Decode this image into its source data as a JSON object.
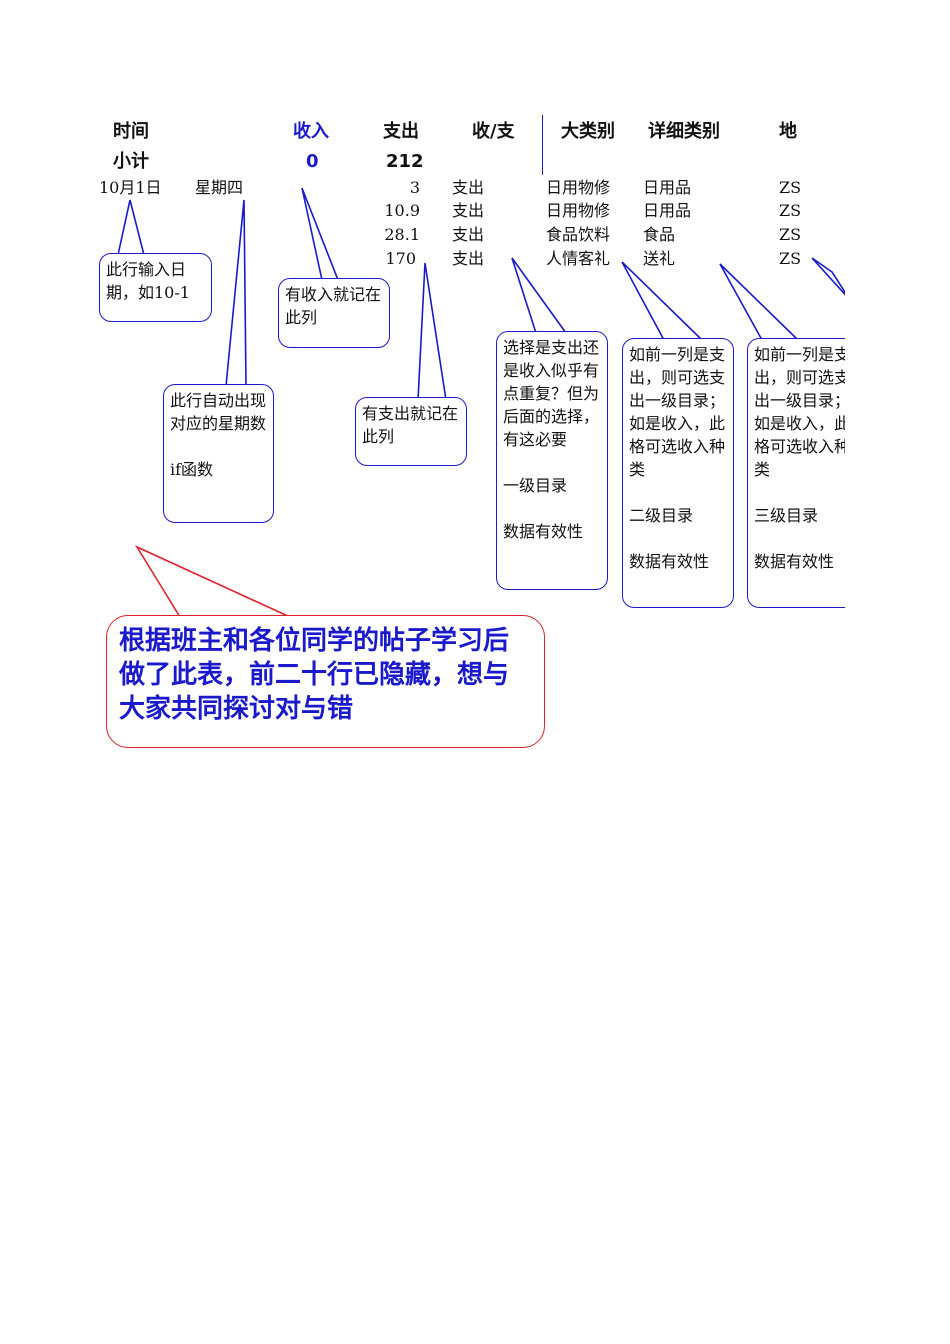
{
  "header": {
    "time": "时间",
    "income": "收入",
    "expense": "支出",
    "in_out": "收/支",
    "category": "大类别",
    "subcategory": "详细类别",
    "place": "地"
  },
  "subtotal": {
    "label": "小计",
    "income": "0",
    "expense": "212"
  },
  "rows": [
    {
      "date": "10月1日",
      "weekday": "星期四",
      "expense": "3",
      "in_out": "支出",
      "category": "日用物修",
      "subcategory": "日用品",
      "place": "ZS"
    },
    {
      "date": "",
      "weekday": "",
      "expense": "10.9",
      "in_out": "支出",
      "category": "日用物修",
      "subcategory": "日用品",
      "place": "ZS"
    },
    {
      "date": "",
      "weekday": "",
      "expense": "28.1",
      "in_out": "支出",
      "category": "食品饮料",
      "subcategory": "食品",
      "place": "ZS"
    },
    {
      "date": "",
      "weekday": "",
      "expense": "170",
      "in_out": "支出",
      "category": "人情客礼",
      "subcategory": "送礼",
      "place": "ZS"
    }
  ],
  "notes": {
    "date_input": "此行输入日期，如10-1",
    "weekday_auto": "此行自动出现对应的星期数\n\nif函数",
    "income_col": "有收入就记在此列",
    "expense_col": "有支出就记在此列",
    "in_out_select": "选择是支出还是收入似乎有点重复？但为后面的选择，有这必要\n\n一级目录\n\n数据有效性",
    "category_select": "如前一列是支出，则可选支出一级目录；如是收入，此格可选收入种类\n\n二级目录\n\n数据有效性",
    "subcategory_select": "如前一列是支出，则可选支出一级目录；如是收入，此格可选收入种类\n\n三级目录\n\n数据有效性",
    "main": "根据班主和各位同学的帖子学习后做了此表，前二十行已隐藏，想与大家共同探讨对与错"
  },
  "colors": {
    "note_border": "#1a1acc",
    "main_border": "#e0202a",
    "main_text": "#1a1acc",
    "income_header": "#1a1acc"
  }
}
